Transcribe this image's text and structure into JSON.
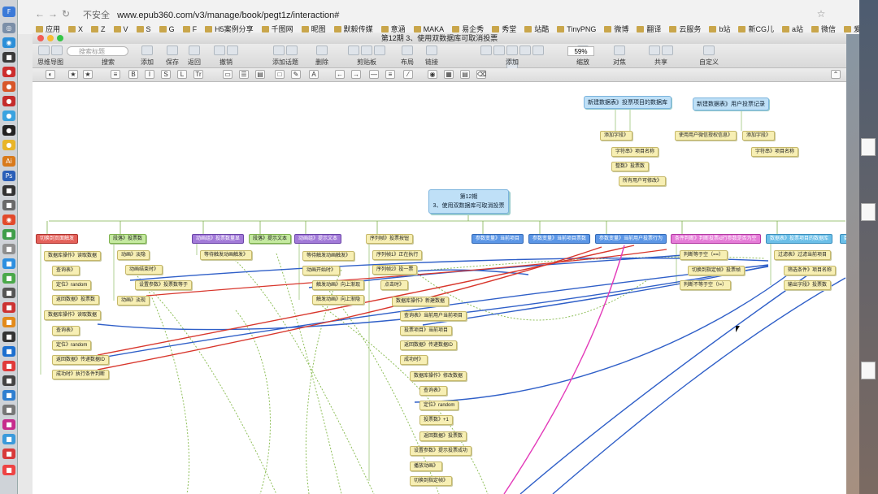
{
  "browser": {
    "security_label": "不安全",
    "url": "www.epub360.com/v3/manage/book/pegt1z/interaction#",
    "bookmarks": [
      "应用",
      "X",
      "Z",
      "V",
      "S",
      "G",
      "F",
      "H5案例分享",
      "千图网",
      "昵图",
      "默毅传媒",
      "意涵",
      "MAKA",
      "易企秀",
      "秀堂",
      "站酷",
      "TinyPNG",
      "微博",
      "翻译",
      "云服务",
      "b站",
      "新CG儿",
      "a站",
      "微信",
      "爱情守望者"
    ]
  },
  "window": {
    "title": "第12期 3、使用双数据库可取消投票"
  },
  "toolbar": {
    "search_placeholder": "搜索标题",
    "zoom": "59%",
    "labels": [
      "思维导图",
      "搜索",
      "添加",
      "保存",
      "返回",
      "撤销",
      "添加话题",
      "删除",
      "剪贴板",
      "布局",
      "链接",
      "添加",
      "缩放",
      "对焦",
      "共享",
      "自定义"
    ]
  },
  "colors": {
    "link_blue": "#2f5fc8",
    "link_red": "#d8362c",
    "link_magenta": "#e33ab9",
    "link_green": "#8fbf5a"
  },
  "mindmap": {
    "root": {
      "line1": "第12期",
      "line2": "3、使用双数据库可取消投票"
    },
    "top_right": {
      "db_vote": "新建数据表》投票项目的数据库",
      "db_user": "新建数据表》用户投票记录",
      "add_field_1": "添加字段》",
      "field_project_name": "字符串》项目名称",
      "field_vote_count": "整数》投票数",
      "field_users": "所有用户可修改》",
      "user_wechat": "使用用户微信授权信息》",
      "add_field_2": "添加字段》",
      "field_project_name_2": "字符串》项目名称"
    },
    "branches": [
      "切换到页面触发",
      "段落》投票数",
      "动画组》投票数量显",
      "段落》提示文本",
      "动画组》提示文本",
      "序列帧》投票按钮",
      "参数变量》当前项目",
      "参数变量》当前项目票数",
      "参数变量》当前用户投票行为",
      "条件判断》判断投票id行参数是否为空",
      "数据表》投票项目的数据库",
      "数"
    ],
    "leaves": {
      "c1": [
        "数据库操作》读取数据",
        "查询表》",
        "定位》random",
        "返回数据》投票数",
        "数据库操作》读取数据",
        "查询表》",
        "定位》random",
        "返回数据》传递数据ID",
        "成功时》执行条件判断"
      ],
      "c2": [
        "动画》淡隐",
        "动画结束时》",
        "设置参数》投票数等于",
        "动画》淡现"
      ],
      "c3": [
        "等待触发动画触发》"
      ],
      "c5": [
        "等待触发动画触发》",
        "动画开始时》",
        "触发动画》向上渐现",
        "触发动画》向上渐隐"
      ],
      "c6": [
        "序列帧1》正在执行",
        "序列帧2》投一票",
        "点击时》",
        "数据库操作》新建数据",
        "查询表》当前用户当前项目",
        "投票项目》当前项目",
        "返回数据》传递数据ID",
        "成功时》",
        "数据库操作》修改数据",
        "查询表》",
        "定位》random",
        "投票数》+1",
        "返回数据》投票数",
        "设置参数》提示投票成功",
        "播放动画》",
        "切换到指定帧》"
      ],
      "c10": [
        "判断等于空（==）",
        "切换到指定帧》投票帧",
        "判断不等于空（!=）"
      ],
      "c11": [
        "过滤表》过滤当前项目",
        "筛选条件》项目名称",
        "输出字段》投票数"
      ]
    }
  }
}
